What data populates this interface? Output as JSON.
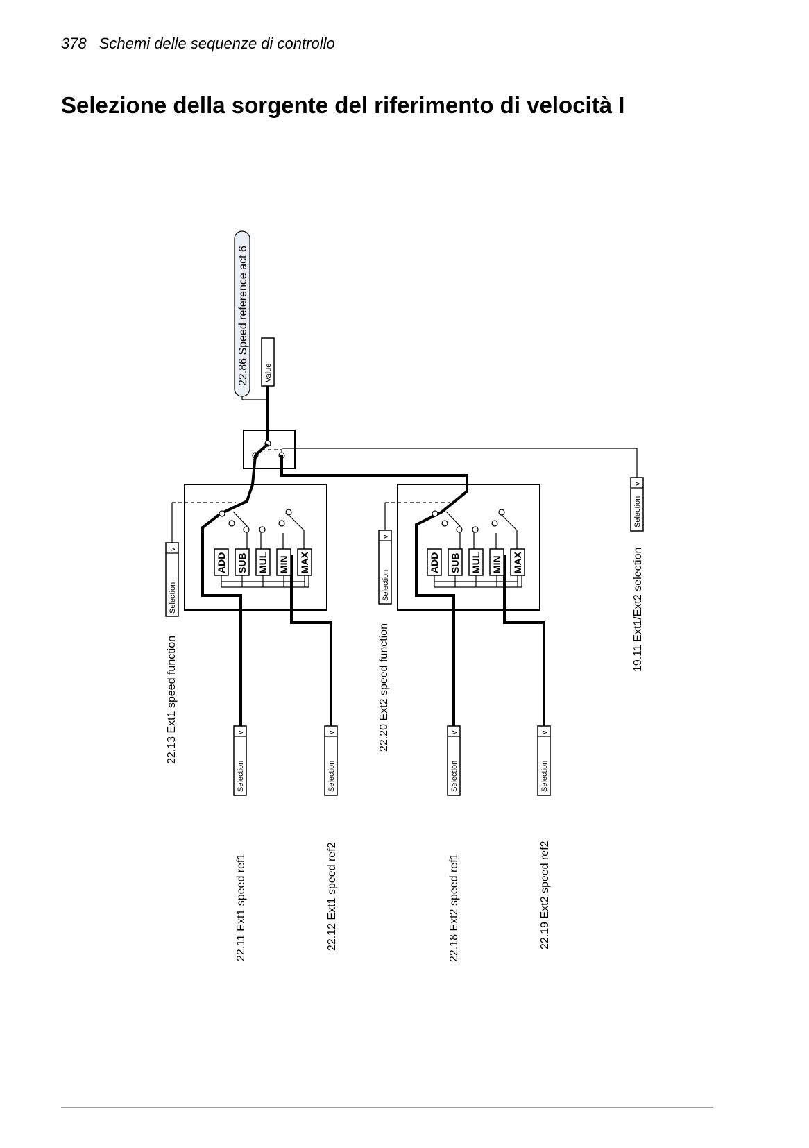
{
  "header": {
    "page_number": "378",
    "section": "Schemi delle sequenze di controllo"
  },
  "title": "Selezione della sorgente del riferimento di velocità I",
  "output": {
    "label": "22.86 Speed reference act 6",
    "box_label": "Value"
  },
  "switch_selector": {
    "label": "19.11 Ext1/Ext2 selection",
    "box_label": "Selection",
    "box_symbol": "v"
  },
  "ext1": {
    "function_label": "22.13 Ext1 speed function",
    "function_box": "Selection",
    "function_symbol": "v",
    "operations": [
      "ADD",
      "SUB",
      "MUL",
      "MIN",
      "MAX"
    ],
    "inputs": [
      {
        "label": "22.11 Ext1 speed ref1",
        "box": "Selection",
        "symbol": "v"
      },
      {
        "label": "22.12 Ext1 speed ref2",
        "box": "Selection",
        "symbol": "v"
      }
    ]
  },
  "ext2": {
    "function_label": "22.20 Ext2 speed function",
    "function_box": "Selection",
    "function_symbol": "v",
    "operations": [
      "ADD",
      "SUB",
      "MUL",
      "MIN",
      "MAX"
    ],
    "inputs": [
      {
        "label": "22.18 Ext2 speed ref1",
        "box": "Selection",
        "symbol": "v"
      },
      {
        "label": "22.19 Ext2 speed ref2",
        "box": "Selection",
        "symbol": "v"
      }
    ]
  }
}
